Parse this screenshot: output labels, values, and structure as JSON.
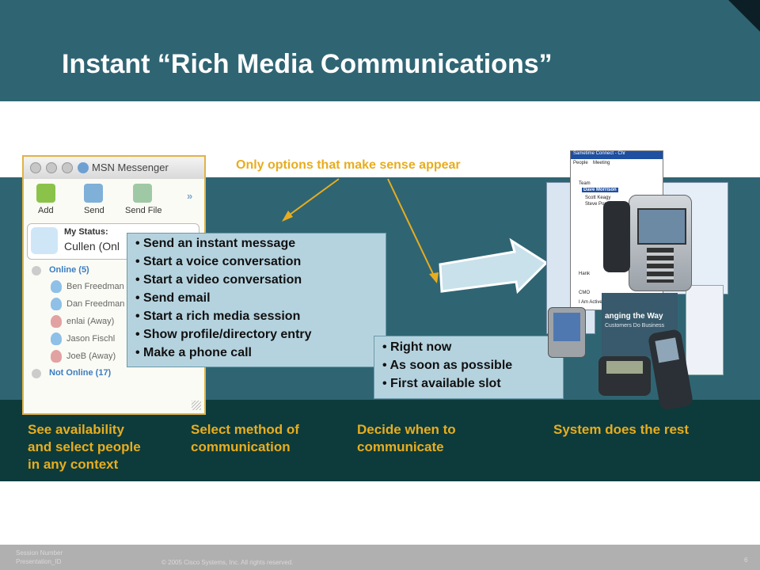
{
  "slide": {
    "title": "Instant “Rich Media  Communications”",
    "note": "Only options that make sense appear",
    "msn": {
      "window_title": "MSN Messenger",
      "toolbar": [
        "Add",
        "Send",
        "Send File"
      ],
      "status_label": "My Status:",
      "status_value": "Cullen (Onl",
      "online_group": "Online (5)",
      "contacts": [
        "Ben Freedman",
        "Dan Freedman",
        "enlai (Away)",
        "Jason Fischl",
        "JoeB (Away)"
      ],
      "offline_group": "Not Online (17)"
    },
    "options": [
      "Send an instant message",
      "Start a voice conversation",
      "Start a video conversation",
      "Send email",
      "Start a rich media session",
      "Show profile/directory entry",
      "Make a phone call"
    ],
    "timing": [
      "Right now",
      "As soon as possible",
      "First available slot"
    ],
    "captions": [
      [
        "See availability",
        "and select people",
        "in any context"
      ],
      [
        "Select method of",
        "communication"
      ],
      [
        "Decide when to",
        "communicate"
      ],
      [
        "System does the rest"
      ]
    ],
    "collage": {
      "window_title": "Sametime Connect - Chr",
      "menu_items": [
        "People",
        "Meeting"
      ],
      "team_label": "Team",
      "people": [
        "Dave Morrison",
        "Scott Keagy",
        "Steve Porvery"
      ],
      "groups": [
        "Hank",
        "CMO"
      ],
      "status": "I Am Active",
      "banner": [
        "anging the Way",
        "Customers Do Business"
      ]
    },
    "footer": {
      "session": "Session Number",
      "presentation": "Presentation_ID",
      "copyright": "© 2005 Cisco Systems, Inc. All rights reserved.",
      "page": "6"
    }
  }
}
